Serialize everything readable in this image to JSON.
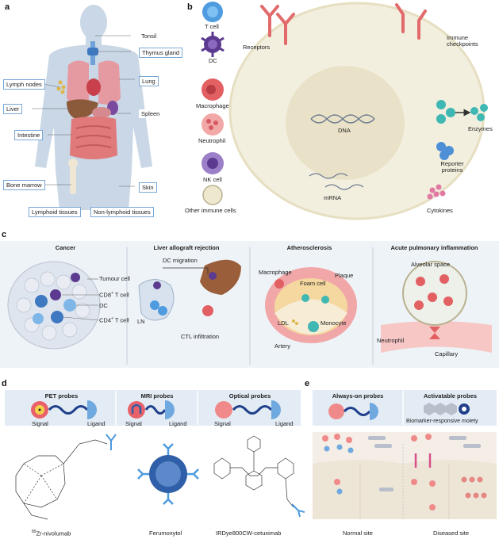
{
  "panels": {
    "a": "a",
    "b": "b",
    "c": "c",
    "d": "d",
    "e": "e"
  },
  "panel_a": {
    "organs": [
      "Tonsil",
      "Thymus gland",
      "Lung",
      "Lymph nodes",
      "Liver",
      "Spleen",
      "Intestine",
      "Bone marrow",
      "Skin"
    ],
    "legend": {
      "lymphoid": "Lymphoid tissues",
      "nonlymphoid": "Non-lymphoid tissues"
    }
  },
  "panel_b": {
    "cells": [
      "T cell",
      "DC",
      "Macrophage",
      "Neutrophil",
      "NK cell",
      "Other immune cells"
    ],
    "targets": {
      "receptors": "Receptors",
      "checkpoints": "Immune checkpoints",
      "dna": "DNA",
      "enzymes": "Enzymes",
      "reporter": "Reporter proteins",
      "mrna": "mRNA",
      "cytokines": "Cytokines"
    }
  },
  "panel_c": {
    "headers": [
      "Cancer",
      "Liver allograft rejection",
      "Atherosclerosis",
      "Acute pulmonary inflammation"
    ],
    "cancer": {
      "tumour": "Tumour cell",
      "cd8": "CD8",
      "cd8_sup": "+",
      "cd8_tail": " T cell",
      "dc": "DC",
      "cd4": "CD4",
      "cd4_sup": "+",
      "cd4_tail": " T cell"
    },
    "liver": {
      "dc_migration": "DC migration",
      "ln": "LN",
      "ctl": "CTL infiltration"
    },
    "athero": {
      "macrophage": "Macrophage",
      "foam": "Foam cell",
      "plaque": "Plaque",
      "ldl": "LDL",
      "monocyte": "Monocyte",
      "artery": "Artery"
    },
    "lung": {
      "alveolar": "Alveolar space",
      "neutrophil": "Neutrophil",
      "capillary": "Capillary"
    }
  },
  "panel_d": {
    "headers": [
      "PET probes",
      "MRI probes",
      "Optical probes"
    ],
    "signal": "Signal",
    "ligand": "Ligand",
    "captions": {
      "pet_sup": "89",
      "pet": "Zr-nivolumab",
      "mri": "Ferumoxytol",
      "optical": "IRDye800CW-cetuximab"
    }
  },
  "panel_e": {
    "headers": [
      "Always-on probes",
      "Activatable probes"
    ],
    "moiety": "Biomarker-responsive moiety",
    "sites": [
      "Normal site",
      "Diseased site"
    ]
  },
  "colors": {
    "accent": "#2f5fa8",
    "pink": "#e9626a",
    "teal": "#3fb7b3",
    "probe_bg": "#e3ecf5"
  }
}
